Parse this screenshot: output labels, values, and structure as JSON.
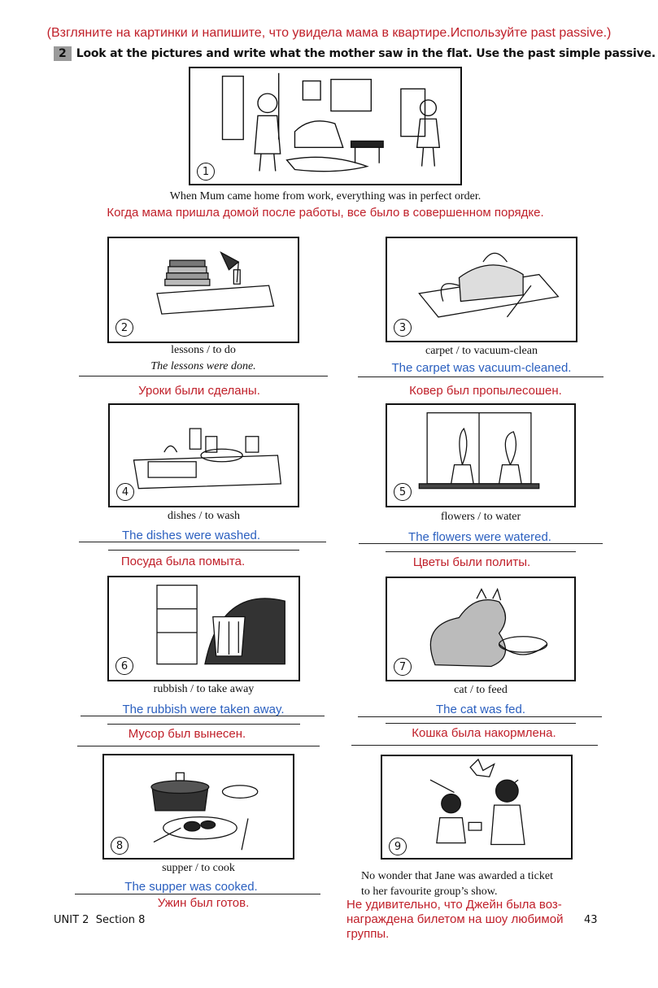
{
  "header": {
    "russian_instruction": "(Взгляните на картинки и напишите, что увидела мама в квартире.Используйте past passive.)",
    "task_number": "2",
    "task_text": "Look at the pictures and write what the mother saw in the flat. Use the past simple passive."
  },
  "intro": {
    "number": "1",
    "sentence": "When Mum came home from work, everything was in perfect order.",
    "translation": "Когда мама пришла домой после работы, все было в совершенном порядке."
  },
  "items": [
    {
      "number": "2",
      "prompt": "lessons / to do",
      "answer": "The lessons were done.",
      "translation": "Уроки были сделаны."
    },
    {
      "number": "3",
      "prompt": "carpet / to vacuum-clean",
      "answer": "The carpet was vacuum-cleaned.",
      "translation": "Ковер был пропылесошен."
    },
    {
      "number": "4",
      "prompt": "dishes / to wash",
      "answer": "The dishes were washed.",
      "translation": "Посуда была помыта."
    },
    {
      "number": "5",
      "prompt": "flowers / to water",
      "answer": "The flowers were watered.",
      "translation": "Цветы были политы."
    },
    {
      "number": "6",
      "prompt": "rubbish / to take away",
      "answer": "The rubbish were taken away.",
      "translation": "Мусор был вынесен."
    },
    {
      "number": "7",
      "prompt": "cat / to feed",
      "answer": "The cat was fed.",
      "translation": "Кошка была накормлена."
    },
    {
      "number": "8",
      "prompt": "supper / to cook",
      "answer": "The supper was cooked.",
      "translation": "Ужин был готов."
    },
    {
      "number": "9",
      "sentence_line1": "No wonder that Jane was awarded a ticket",
      "sentence_line2": "to her favourite group’s show.",
      "translation_line1": "Не удивительно, что Джейн была воз-",
      "translation_line2": "награждена билетом на шоу любимой",
      "translation_line3": "группы."
    }
  ],
  "footer": {
    "unit": "UNIT 2",
    "section": "Section 8",
    "page_number": "43"
  }
}
